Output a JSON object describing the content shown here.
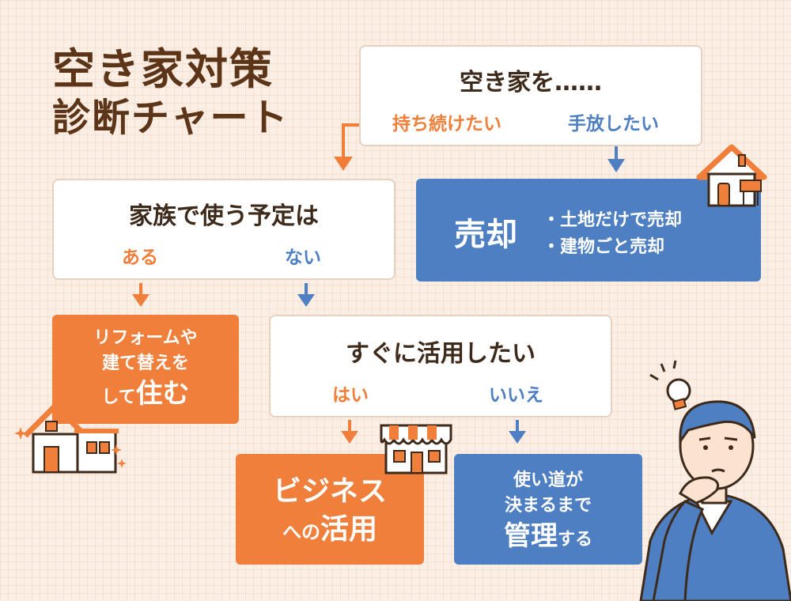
{
  "title": {
    "line1": "空き家対策",
    "line2": "診断チャート"
  },
  "q1": {
    "question": "空き家を……",
    "option_keep": "持ち続けたい",
    "option_release": "手放したい"
  },
  "sale": {
    "label": "売却",
    "items": [
      "・土地だけで売却",
      "・建物ごと売却"
    ]
  },
  "q2": {
    "question": "家族で使う予定は",
    "option_yes": "ある",
    "option_no": "ない"
  },
  "reform": {
    "line1": "リフォームや",
    "line2": "建て替えを",
    "line3_small": "して",
    "line3_big": "住む"
  },
  "q3": {
    "question": "すぐに活用したい",
    "option_yes": "はい",
    "option_no": "いいえ"
  },
  "business": {
    "line1": "ビジネス",
    "line2_small": "への",
    "line2_big": "活用"
  },
  "manage": {
    "line1": "使い道が",
    "line2": "決まるまで",
    "line3_big": "管理",
    "line3_small": "する"
  },
  "colors": {
    "orange": "#ef7f3a",
    "blue": "#4e7fc2",
    "title": "#5c3518",
    "background": "#fbeee4"
  },
  "icons": [
    "house-icon",
    "shop-icon",
    "lightbulb-icon",
    "thinking-man-illustration",
    "sparkle-icon"
  ]
}
